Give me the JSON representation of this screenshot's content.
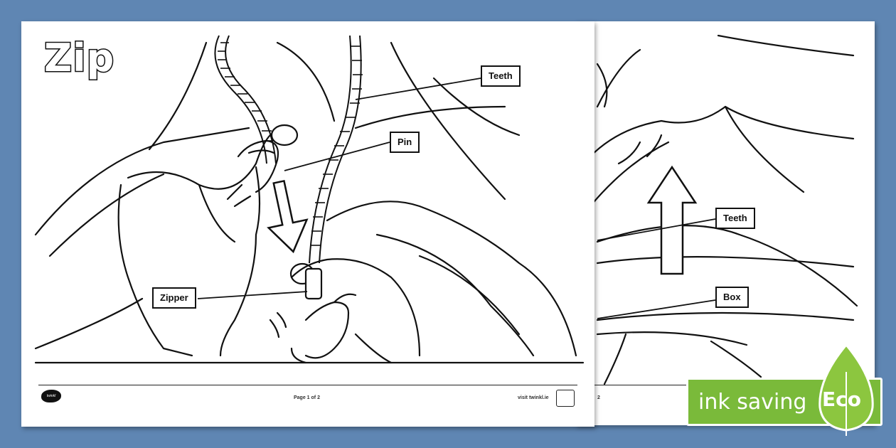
{
  "worksheet": {
    "title": "Zip",
    "front_labels": {
      "teeth": "Teeth",
      "pin": "Pin",
      "zipper": "Zipper"
    },
    "back_labels": {
      "teeth": "Teeth",
      "box": "Box"
    },
    "footer": {
      "logo_text": "twinkl",
      "page_indicator": "Page 1 of 2",
      "back_page_indicator": "2",
      "website": "visit twinkl.ie"
    }
  },
  "badge": {
    "text": "ink saving",
    "eco": "Eco",
    "color": "#7aba3a"
  },
  "colors": {
    "background": "#5f86b3",
    "line": "#111111"
  }
}
